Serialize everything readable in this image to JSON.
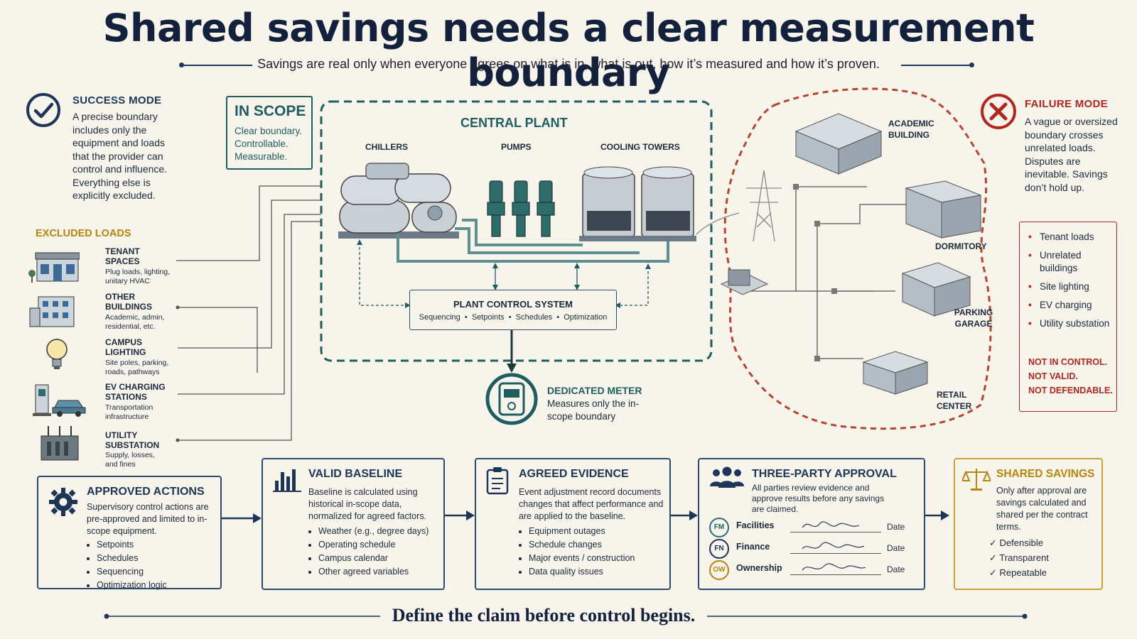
{
  "header": {
    "title": "Shared savings needs a clear measurement boundary",
    "subtitle": "Savings are real only when everyone agrees on what is in, what is out, how it’s measured and how it’s proven."
  },
  "success": {
    "heading": "SUCCESS MODE",
    "text": "A precise boundary includes only the equipment and loads that the provider can control and influence. Everything else is explicitly excluded.",
    "icon": "check-circle-icon"
  },
  "in_scope": {
    "heading": "IN SCOPE",
    "lines": [
      "Clear boundary.",
      "Controllable.",
      "Measurable."
    ]
  },
  "central_plant": {
    "heading": "CENTRAL PLANT",
    "labels": [
      "CHILLERS",
      "PUMPS",
      "COOLING TOWERS"
    ],
    "control_title": "PLANT CONTROL SYSTEM",
    "control_items": "Sequencing  •  Setpoints  •  Schedules  •  Optimization"
  },
  "meter": {
    "heading": "DEDICATED METER",
    "text": "Measures only the in-scope boundary"
  },
  "excluded": {
    "heading": "EXCLUDED LOADS",
    "items": [
      {
        "title": "TENANT SPACES",
        "desc": "Plug loads, lighting, unitary HVAC",
        "icon": "storefront-icon"
      },
      {
        "title": "OTHER BUILDINGS",
        "desc": "Academic, admin, residential, etc.",
        "icon": "building-icon"
      },
      {
        "title": "CAMPUS LIGHTING",
        "desc": "Site poles, parking, roads, pathways",
        "icon": "lightbulb-icon"
      },
      {
        "title": "EV CHARGING STATIONS",
        "desc": "Transportation infrastructure",
        "icon": "ev-charger-icon"
      },
      {
        "title": "UTILITY SUBSTATION",
        "desc": "Supply, losses, and fines",
        "icon": "substation-icon"
      }
    ]
  },
  "failure": {
    "heading": "FAILURE MODE",
    "text": "A vague or oversized boundary crosses unrelated loads. Disputes are inevitable. Savings don’t hold up.",
    "icon": "x-circle-icon",
    "buildings": [
      "ACADEMIC BUILDING",
      "DORMITORY",
      "PARKING GARAGE",
      "RETAIL CENTER"
    ],
    "list": [
      "Tenant loads",
      "Unrelated buildings",
      "Site lighting",
      "EV charging",
      "Utility substation"
    ],
    "warnings": [
      "NOT IN CONTROL.",
      "NOT VALID.",
      "NOT DEFENDABLE."
    ]
  },
  "steps": {
    "approved": {
      "heading": "APPROVED ACTIONS",
      "text": "Supervisory control actions are pre-approved and limited to in-scope equipment.",
      "items": [
        "Setpoints",
        "Schedules",
        "Sequencing",
        "Optimization logic"
      ],
      "icon": "gear-icon"
    },
    "baseline": {
      "heading": "VALID BASELINE",
      "text": "Baseline is calculated using historical in-scope data, normalized for agreed factors.",
      "items": [
        "Weather (e.g., degree days)",
        "Operating schedule",
        "Campus calendar",
        "Other agreed variables"
      ],
      "icon": "bar-chart-icon"
    },
    "evidence": {
      "heading": "AGREED EVIDENCE",
      "text": "Event adjustment record documents changes that affect performance and are applied to the baseline.",
      "items": [
        "Equipment outages",
        "Schedule changes",
        "Major events / construction",
        "Data quality issues"
      ],
      "icon": "clipboard-icon"
    },
    "approval": {
      "heading": "THREE-PARTY APPROVAL",
      "text": "All parties review evidence and approve results before any savings are claimed.",
      "icon": "people-icon",
      "parties": [
        {
          "badge": "FM",
          "name": "Facilities",
          "date": "Date"
        },
        {
          "badge": "FN",
          "name": "Finance",
          "date": "Date"
        },
        {
          "badge": "OW",
          "name": "Ownership",
          "date": "Date"
        }
      ]
    },
    "shared": {
      "heading": "SHARED SAVINGS",
      "text": "Only after approval are savings calculated and shared per the contract terms.",
      "items": [
        "Defensible",
        "Transparent",
        "Repeatable"
      ],
      "icon": "scales-icon"
    }
  },
  "footer": {
    "tagline": "Define the claim before control begins."
  },
  "colors": {
    "navy": "#1d3557",
    "teal": "#1f5e60",
    "red": "#b3261e",
    "gold": "#b8860b",
    "background": "#f7f4ec"
  }
}
